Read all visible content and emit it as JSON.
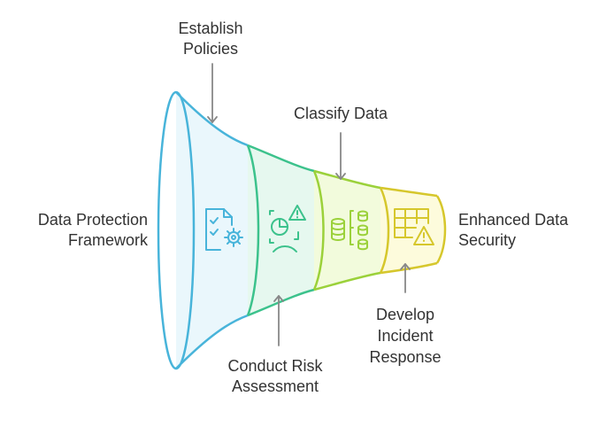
{
  "diagram": {
    "input_label": [
      "Data Protection",
      "Framework"
    ],
    "output_label": [
      "Enhanced Data",
      "Security"
    ],
    "stages": [
      {
        "label": [
          "Establish",
          "Policies"
        ],
        "icon": "document-gear-icon",
        "color": "#48b4da",
        "fill": "#eaf7fc"
      },
      {
        "label": [
          "Conduct Risk",
          "Assessment"
        ],
        "icon": "risk-assessment-icon",
        "color": "#3cc28c",
        "fill": "#e6f8ef"
      },
      {
        "label": [
          "Classify Data"
        ],
        "icon": "database-hierarchy-icon",
        "color": "#9bd13a",
        "fill": "#f2fbdc"
      },
      {
        "label": [
          "Develop",
          "Incident",
          "Response"
        ],
        "icon": "table-warning-icon",
        "color": "#d6c72c",
        "fill": "#fdfbdc"
      }
    ]
  }
}
